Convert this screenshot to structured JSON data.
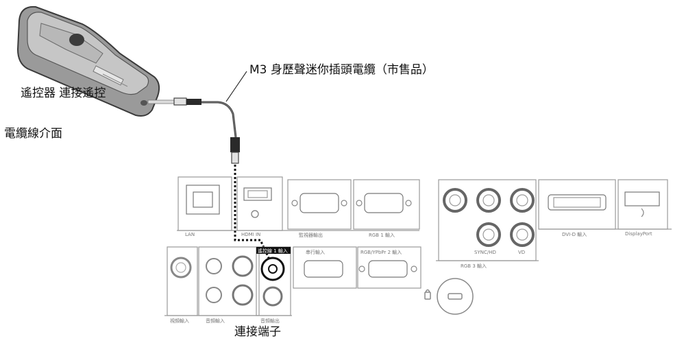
{
  "labels": {
    "cable": "M3 身歷聲迷你插頭電纜（市售品）",
    "remote_port_line1": "遙控器 連接遙控",
    "remote_port_line2": "電纜線介面",
    "terminal": "連接端子"
  },
  "panel_labels": {
    "lan": "LAN",
    "hdmi": "HDMI IN",
    "monitor_out": "監視器輸出",
    "rgb1": "RGB 1 輸入",
    "remote_in": "遙控線 1 輸入",
    "serial_in": "串行輸入",
    "rgb2": "RGB/YPbPr 2 輸入",
    "video_in": "視頻輸入",
    "audio_in": "音頻輸入",
    "audio_out": "音頻輸出",
    "rgb3": "RGB 3 輸入",
    "dvid": "DVI-D 輸入",
    "displayport": "DisplayPort",
    "sync_hd": "SYNC/HD",
    "vd": "VD"
  }
}
